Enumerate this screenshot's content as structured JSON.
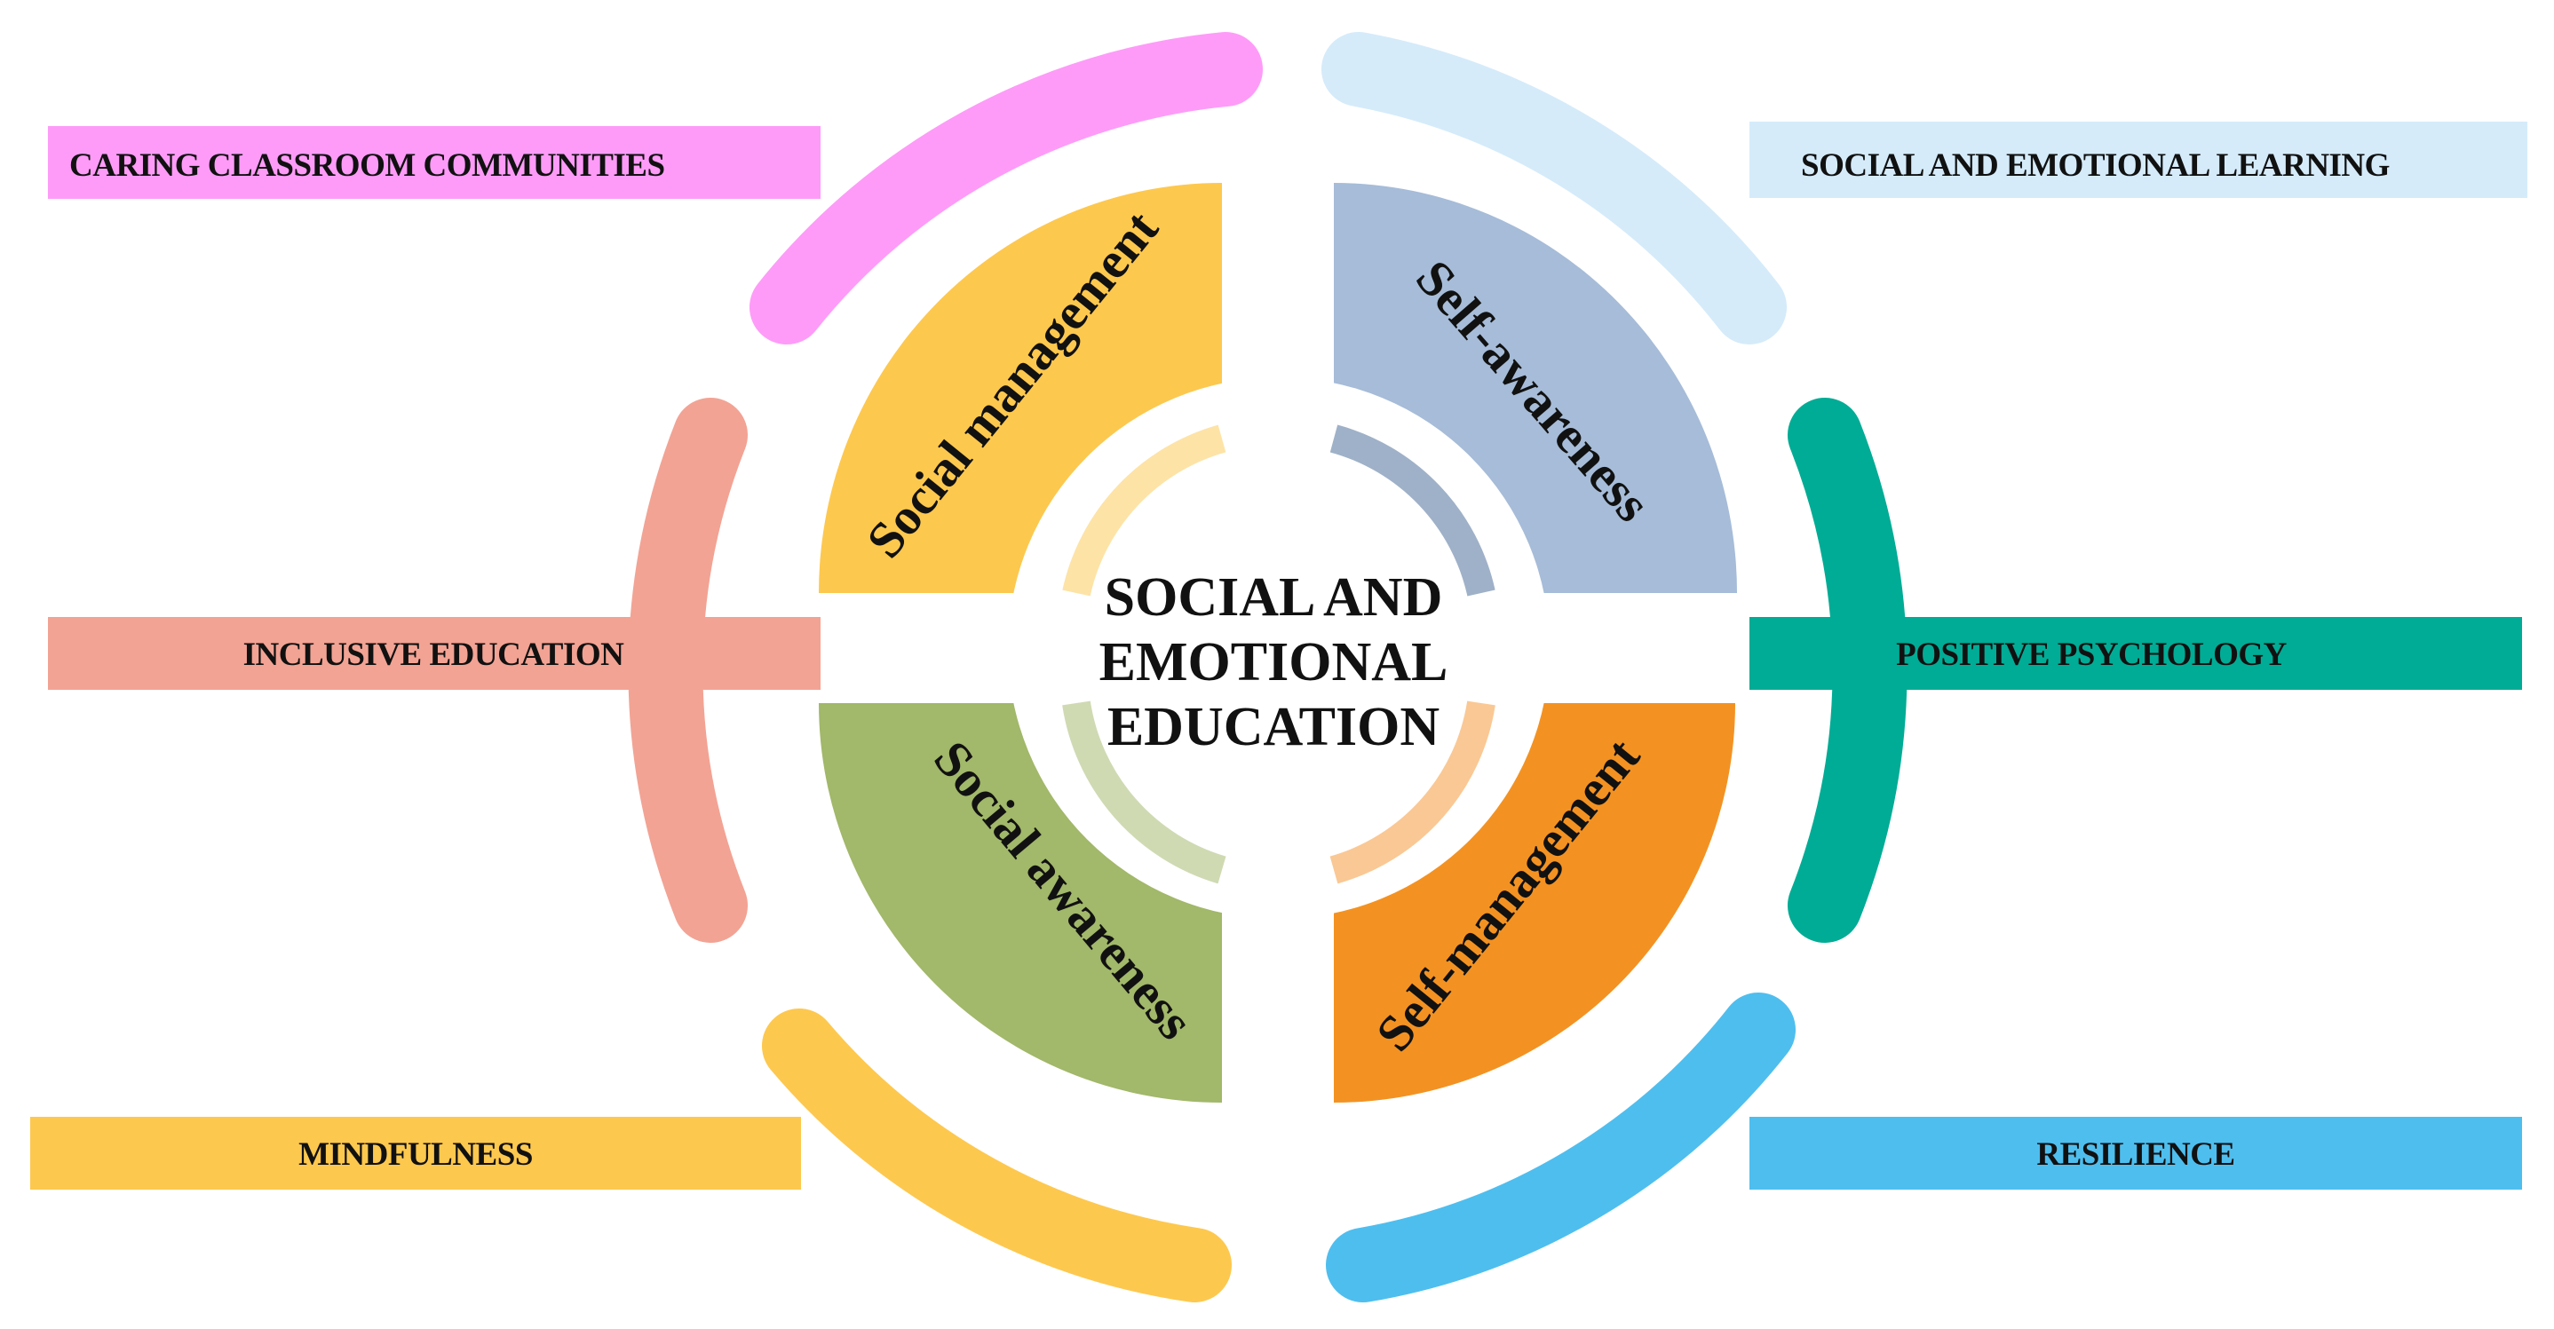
{
  "center": {
    "lines": [
      "SOCIAL AND",
      "EMOTIONAL",
      "EDUCATION"
    ]
  },
  "quadrants": [
    {
      "label": "Social management",
      "color": "#FDC84E",
      "ring_color": "#FDE3A6"
    },
    {
      "label": "Self-awareness",
      "color": "#A6BCD8",
      "ring_color": "#9FB1C8"
    },
    {
      "label": "Social awareness",
      "color": "#A2B86A",
      "ring_color": "#CFDAB3"
    },
    {
      "label": "Self-management",
      "color": "#F39222",
      "ring_color": "#FAC894"
    }
  ],
  "outer_arcs": [
    {
      "name": "caring",
      "color": "#FE9BF8"
    },
    {
      "name": "sel",
      "color": "#D5EBFA"
    },
    {
      "name": "inclusive",
      "color": "#F2A394"
    },
    {
      "name": "positive",
      "color": "#00AC95"
    },
    {
      "name": "mindfulness",
      "color": "#FDC84E"
    },
    {
      "name": "resilience",
      "color": "#4EBEEE"
    }
  ],
  "boxes": {
    "caring": {
      "label": "CARING CLASSROOM COMMUNITIES",
      "color": "#FE9BF8"
    },
    "sel": {
      "label": "SOCIAL AND EMOTIONAL LEARNING",
      "color": "#D5EBFA"
    },
    "inclusive": {
      "label": "INCLUSIVE EDUCATION",
      "color": "#F2A394"
    },
    "positive": {
      "label": "POSITIVE PSYCHOLOGY",
      "color": "#00AC95"
    },
    "mindfulness": {
      "label": "MINDFULNESS",
      "color": "#FDC84E"
    },
    "resilience": {
      "label": "RESILIENCE",
      "color": "#4EBEEE"
    }
  }
}
